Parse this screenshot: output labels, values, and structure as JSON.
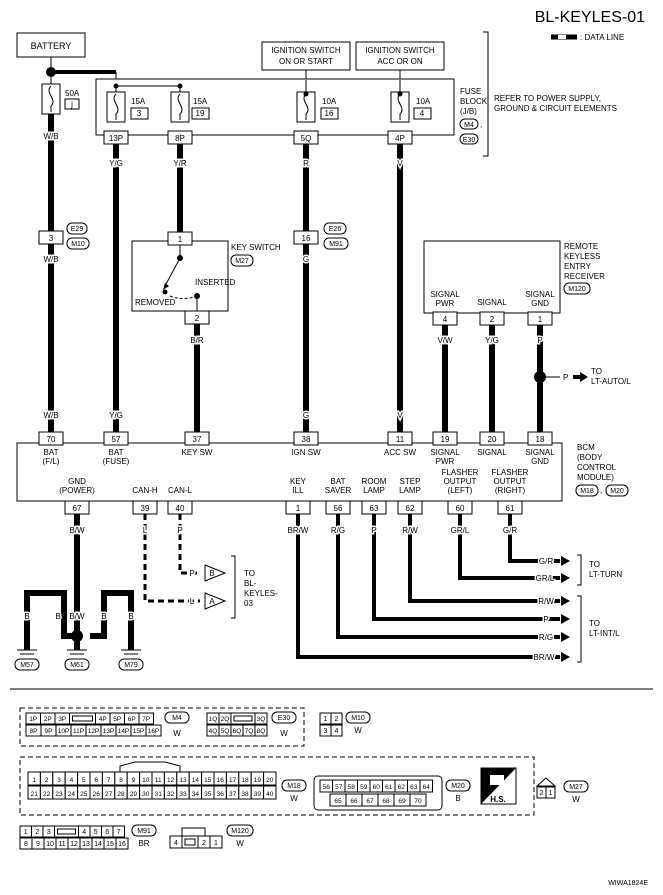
{
  "header": {
    "title": "BL-KEYLES-01",
    "legend_label": ": DATA LINE"
  },
  "battery": {
    "label": "BATTERY"
  },
  "ign_on": {
    "line1": "IGNITION SWITCH",
    "line2": "ON OR START"
  },
  "ign_acc": {
    "line1": "IGNITION SWITCH",
    "line2": "ACC OR ON"
  },
  "fuse_block": {
    "line1": "FUSE",
    "line2": "BLOCK",
    "line3": "(J/B)",
    "conn1": "M4",
    "conn2": "E30",
    "refer1": "REFER TO POWER SUPPLY,",
    "refer2": "GROUND & CIRCUIT ELEMENTS"
  },
  "fuses": [
    {
      "amp": "50A",
      "num": "j"
    },
    {
      "amp": "15A",
      "num": "3"
    },
    {
      "amp": "15A",
      "num": "19"
    },
    {
      "amp": "10A",
      "num": "16"
    },
    {
      "amp": "10A",
      "num": "4"
    }
  ],
  "fuse_pins": [
    "13P",
    "8P",
    "5Q",
    "4P"
  ],
  "wire_colors": {
    "wb": "W/B",
    "yg": "Y/G",
    "yr": "Y/R",
    "r": "R",
    "v": "V",
    "g": "G",
    "br": "B/R",
    "vw": "V/W",
    "p": "P",
    "bw": "B/W",
    "l": "L",
    "brw": "BR/W",
    "rg": "R/G",
    "rw": "R/W",
    "grl": "GR/L",
    "gr": "G/R",
    "b": "B"
  },
  "joint_e29": {
    "pin": "3",
    "conn1": "E29",
    "conn2": "M10"
  },
  "joint_e26": {
    "pin": "16",
    "conn1": "E26",
    "conn2": "M91"
  },
  "key_switch": {
    "title": "KEY SWITCH",
    "conn": "M27",
    "pin_top": "1",
    "pin_bottom": "2",
    "inserted": "INSERTED",
    "removed": "REMOVED"
  },
  "receiver": {
    "line1": "REMOTE",
    "line2": "KEYLESS",
    "line3": "ENTRY",
    "line4": "RECEIVER",
    "conn": "M120",
    "pins": [
      {
        "num": "4",
        "l1": "SIGNAL",
        "l2": "PWR"
      },
      {
        "num": "2",
        "l1": "SIGNAL",
        "l2": ""
      },
      {
        "num": "1",
        "l1": "SIGNAL",
        "l2": "GND"
      }
    ]
  },
  "to_lt_auto": {
    "line1": "TO",
    "line2": "LT-AUTO/L"
  },
  "bcm": {
    "title1": "BCM",
    "title2": "(BODY",
    "title3": "CONTROL",
    "title4": "MODULE)",
    "conn1": "M18",
    "conn2": "M20",
    "top_pins": [
      {
        "num": "70",
        "l1": "BAT",
        "l2": "(F/L)"
      },
      {
        "num": "57",
        "l1": "BAT",
        "l2": "(FUSE)"
      },
      {
        "num": "37",
        "l1": "KEY SW",
        "l2": ""
      },
      {
        "num": "38",
        "l1": "IGN SW",
        "l2": ""
      },
      {
        "num": "11",
        "l1": "ACC SW",
        "l2": ""
      },
      {
        "num": "19",
        "l1": "SIGNAL",
        "l2": "PWR"
      },
      {
        "num": "20",
        "l1": "SIGNAL",
        "l2": ""
      },
      {
        "num": "18",
        "l1": "SIGNAL",
        "l2": "GND"
      }
    ],
    "bottom_pins": [
      {
        "num": "67",
        "l1": "GND",
        "l2": "(POWER)"
      },
      {
        "num": "39",
        "l1": "CAN-H",
        "l2": ""
      },
      {
        "num": "40",
        "l1": "CAN-L",
        "l2": ""
      },
      {
        "num": "1",
        "l1": "KEY",
        "l2": "ILL"
      },
      {
        "num": "56",
        "l1": "BAT",
        "l2": "SAVER"
      },
      {
        "num": "63",
        "l1": "ROOM",
        "l2": "LAMP"
      },
      {
        "num": "62",
        "l1": "STEP",
        "l2": "LAMP"
      },
      {
        "num": "60",
        "l1": "FLASHER",
        "l2": "OUTPUT",
        "l3": "(LEFT)"
      },
      {
        "num": "61",
        "l1": "FLASHER",
        "l2": "OUTPUT",
        "l3": "(RIGHT)"
      }
    ]
  },
  "to_keyles03": {
    "line1": "TO",
    "line2": "BL-",
    "line3": "KEYLES-",
    "line4": "03",
    "b": "B",
    "a": "A"
  },
  "to_lt_turn": {
    "line1": "TO",
    "line2": "LT-TURN"
  },
  "to_lt_int": {
    "line1": "TO",
    "line2": "LT-INT/L"
  },
  "grounds": [
    "M57",
    "M61",
    "M79"
  ],
  "connectors": {
    "m4": {
      "label": "M4",
      "color": "W",
      "row1": [
        "1P",
        "2P",
        "3P",
        "",
        "4P",
        "5P",
        "6P",
        "7P"
      ],
      "row2": [
        "8P",
        "9P",
        "10P",
        "11P",
        "12P",
        "13P",
        "14P",
        "15P",
        "16P"
      ]
    },
    "e30": {
      "label": "E30",
      "color": "W",
      "row1": [
        "1Q",
        "2Q",
        "",
        "3Q"
      ],
      "row2": [
        "4Q",
        "5Q",
        "6Q",
        "7Q",
        "8Q"
      ]
    },
    "m10": {
      "label": "M10",
      "color": "W",
      "row1": [
        "1",
        "2"
      ],
      "row2": [
        "3",
        "4"
      ]
    },
    "m18": {
      "label": "M18",
      "color": "W",
      "row1": [
        "1",
        "2",
        "3",
        "4",
        "5",
        "6",
        "7",
        "8",
        "9",
        "10",
        "11",
        "12",
        "13",
        "14",
        "15",
        "16",
        "17",
        "18",
        "19",
        "20"
      ],
      "row2": [
        "21",
        "22",
        "23",
        "24",
        "25",
        "26",
        "27",
        "28",
        "29",
        "30",
        "31",
        "32",
        "33",
        "34",
        "35",
        "36",
        "37",
        "38",
        "39",
        "40"
      ]
    },
    "m20": {
      "label": "M20",
      "color": "B",
      "row1": [
        "56",
        "57",
        "58",
        "59",
        "60",
        "61",
        "62",
        "63",
        "64"
      ],
      "row2": [
        "65",
        "66",
        "67",
        "68",
        "69",
        "70"
      ]
    },
    "hs": "H.S.",
    "m27": {
      "label": "M27",
      "color": "W",
      "row1": [
        "2",
        "1"
      ]
    },
    "m91": {
      "label": "M91",
      "color": "BR",
      "row1": [
        "1",
        "2",
        "3",
        "",
        "4",
        "5",
        "6",
        "7"
      ],
      "row2": [
        "8",
        "9",
        "10",
        "11",
        "12",
        "13",
        "14",
        "15",
        "16"
      ]
    },
    "m120": {
      "label": "M120",
      "color": "W",
      "row1": [
        "4",
        "",
        "2",
        "1"
      ]
    }
  },
  "footer_code": "WIWA1824E"
}
